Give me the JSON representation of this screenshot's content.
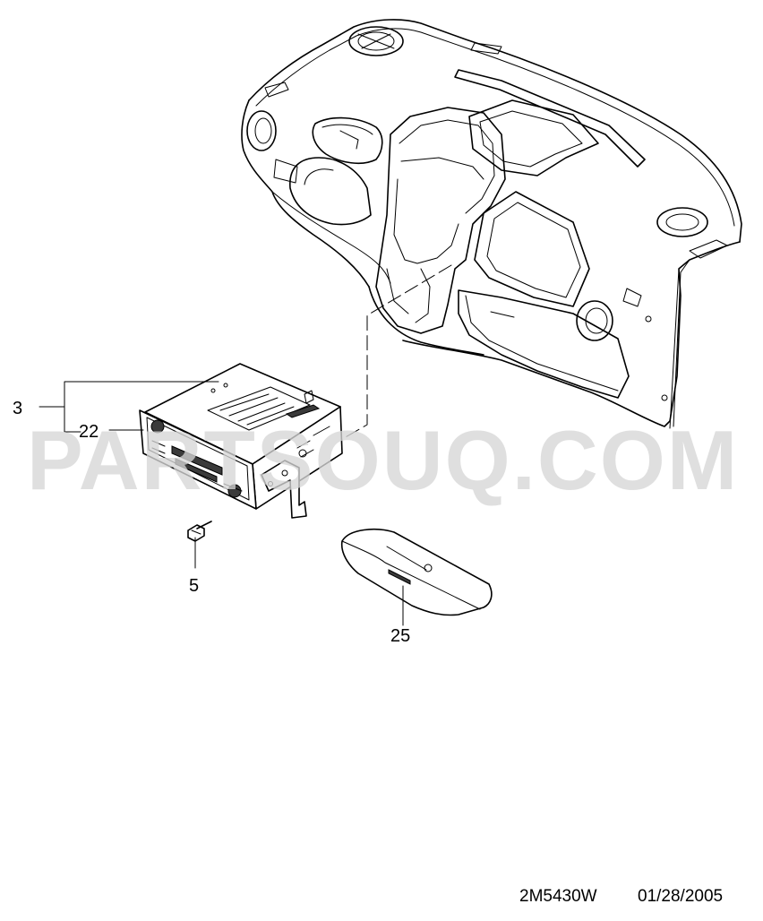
{
  "callouts": {
    "c3": "3",
    "c22": "22",
    "c5": "5",
    "c25": "25"
  },
  "watermark": "PARTSOUQ.COM",
  "footer": {
    "code": "2M5430W",
    "date": "01/28/2005"
  }
}
